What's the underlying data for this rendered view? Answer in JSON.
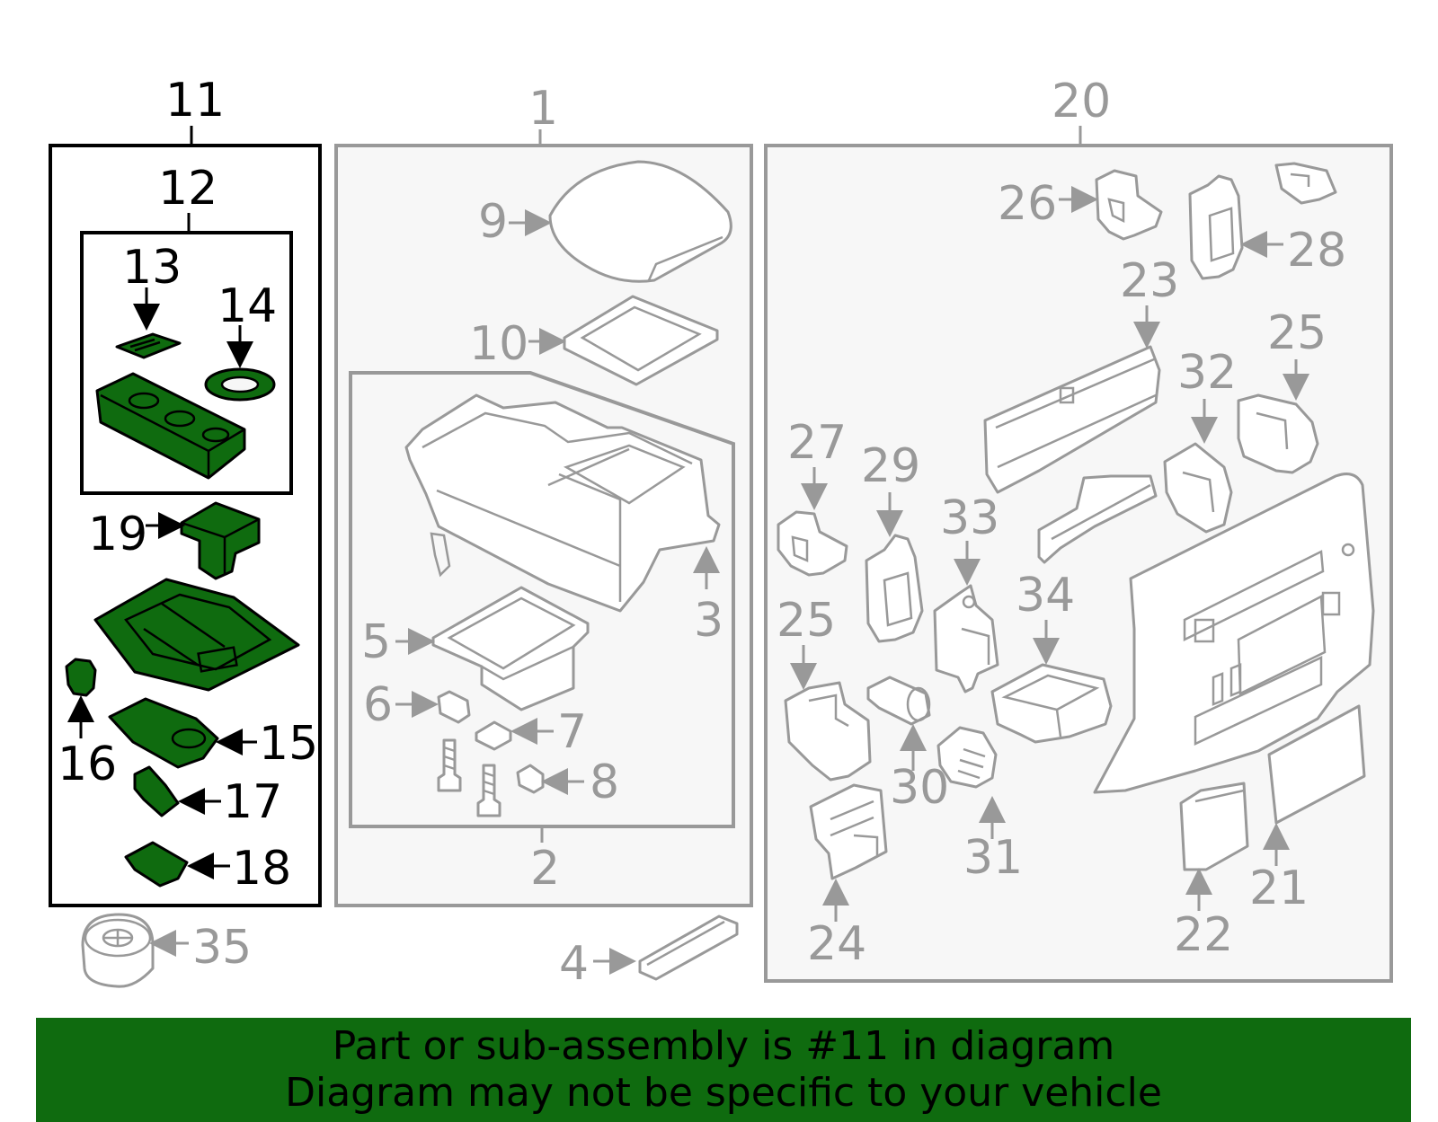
{
  "labels": {
    "l1": "1",
    "l2": "2",
    "l3": "3",
    "l4": "4",
    "l5": "5",
    "l6": "6",
    "l7": "7",
    "l8": "8",
    "l9": "9",
    "l10": "10",
    "l11": "11",
    "l12": "12",
    "l13": "13",
    "l14": "14",
    "l15": "15",
    "l16": "16",
    "l17": "17",
    "l18": "18",
    "l19": "19",
    "l20": "20",
    "l21": "21",
    "l22": "22",
    "l23": "23",
    "l24": "24",
    "l25a": "25",
    "l25b": "25",
    "l26": "26",
    "l27": "27",
    "l28": "28",
    "l29": "29",
    "l30": "30",
    "l31": "31",
    "l32": "32",
    "l33": "33",
    "l34": "34",
    "l35": "35"
  },
  "banner": {
    "line1": "Part or sub-assembly is #11 in diagram",
    "line2": "Diagram may not be specific to your vehicle"
  },
  "colors": {
    "highlight": "#0f6b0f",
    "muted": "#999999",
    "ink": "#000000"
  }
}
